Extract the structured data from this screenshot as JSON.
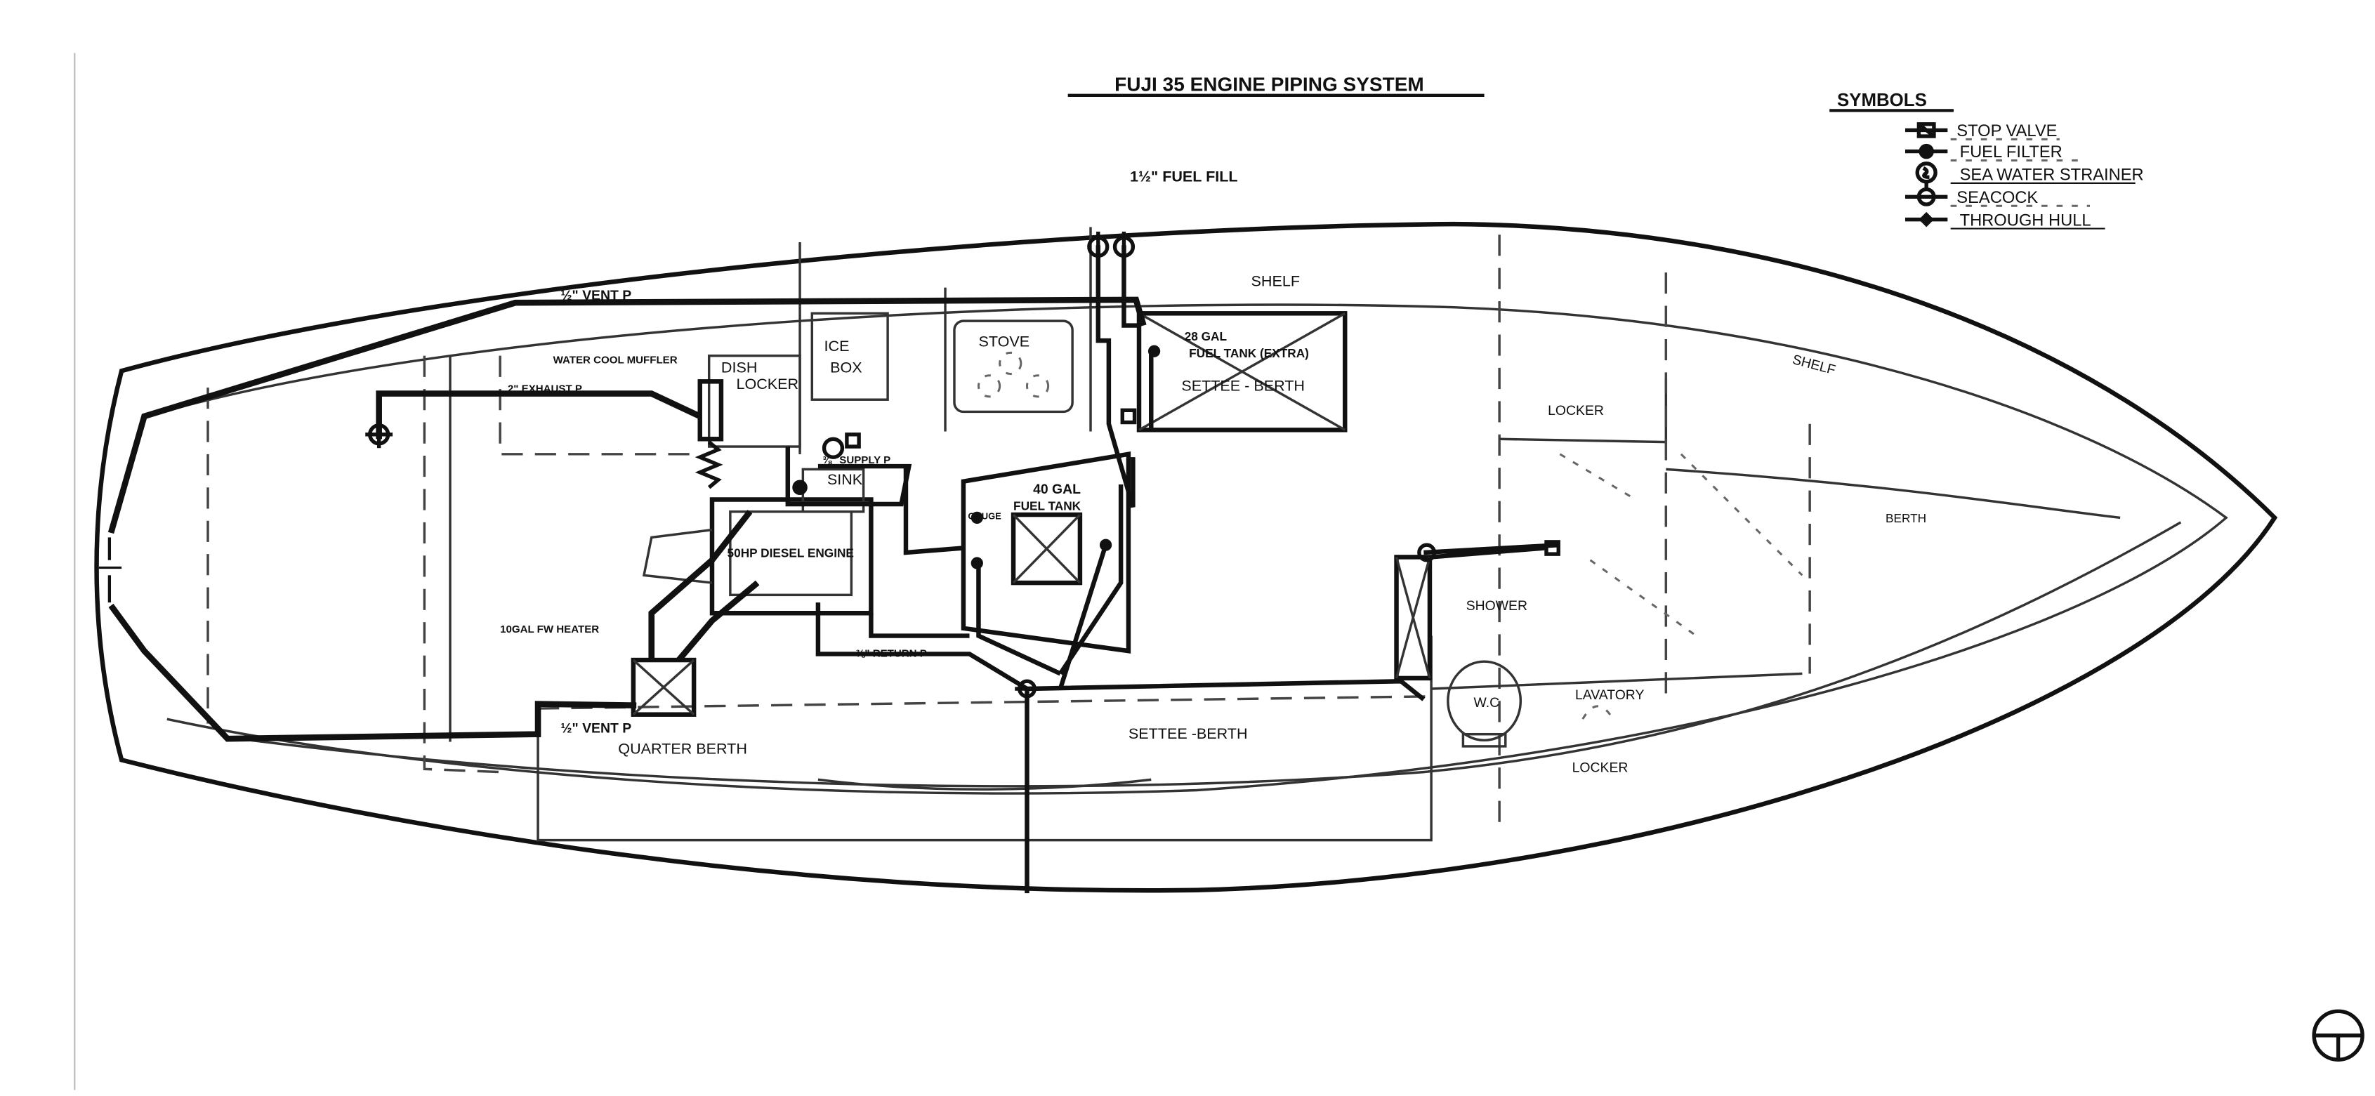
{
  "title": "FUJI 35 ENGINE PIPING SYSTEM",
  "legend": {
    "heading": "SYMBOLS",
    "items": [
      {
        "icon": "stop-valve-icon",
        "label": "STOP VALVE"
      },
      {
        "icon": "fuel-filter-icon",
        "label": "FUEL FILTER"
      },
      {
        "icon": "sea-water-strainer-icon",
        "label": "SEA WATER STRAINER"
      },
      {
        "icon": "seacock-icon",
        "label": "SEACOCK"
      },
      {
        "icon": "through-hull-icon",
        "label": "THROUGH HULL"
      }
    ]
  },
  "labels": {
    "fuel_fill": "1½\" FUEL FILL",
    "vent_top": "½\" VENT P",
    "vent_bottom": "½\" VENT P",
    "water_cool_muffler": "WATER COOL MUFFLER",
    "exhaust": "2\" EXHAUST P",
    "dish_locker": [
      "DISH",
      "LOCKER"
    ],
    "ice_box": [
      "ICE",
      "BOX"
    ],
    "stove": "STOVE",
    "shelf_top": "SHELF",
    "shelf_side": "SHELF",
    "tank_28": [
      "28 GAL",
      "FUEL TANK (EXTRA)"
    ],
    "settee_berth_upper": "SETTEE - BERTH",
    "locker_upper": "LOCKER",
    "supply": "⅜\" SUPPLY P",
    "sink": "SINK",
    "tank_40": [
      "40 GAL",
      "FUEL TANK"
    ],
    "gauge": "GAUGE",
    "engine": "50HP DIESEL ENGINE",
    "berth": "BERTH",
    "fw_heater": "10GAL FW HEATER",
    "return": "⅜\" RETURN P",
    "shower": "SHOWER",
    "wc": "W.C",
    "lavatory": "LAVATORY",
    "quarter_berth": "QUARTER BERTH",
    "settee_berth_lower": "SETTEE -BERTH",
    "locker_lower": "LOCKER"
  }
}
